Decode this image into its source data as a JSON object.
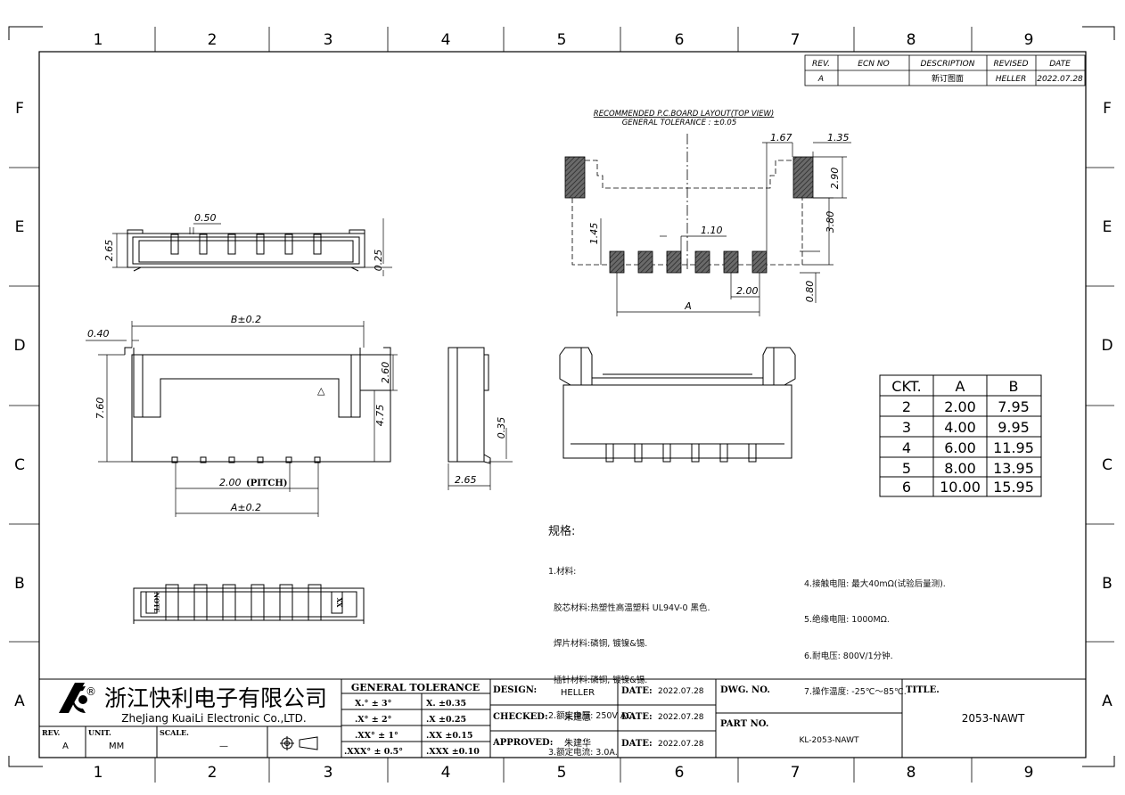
{
  "zones": {
    "columns": [
      "1",
      "2",
      "3",
      "4",
      "5",
      "6",
      "7",
      "8",
      "9"
    ],
    "rows": [
      "F",
      "E",
      "D",
      "C",
      "B",
      "A"
    ]
  },
  "revision": {
    "headers": [
      "REV.",
      "ECN NO",
      "DESCRIPTION",
      "REVISED",
      "DATE"
    ],
    "row": [
      "A",
      "",
      "新订图面",
      "HELLER",
      "2022.07.28"
    ]
  },
  "pcb_layout": {
    "title": "RECOMMENDED P.C.BOARD LAYOUT(TOP VIEW)",
    "tolerance": "GENERAL TOLERANCE : ±0.05",
    "dims": {
      "d167": "1.67",
      "d135": "1.35",
      "d290": "2.90",
      "d380": "3.80",
      "d145": "1.45",
      "d110": "1.10",
      "d200": "2.00",
      "d080": "0.80",
      "dA": "A"
    }
  },
  "front_view": {
    "d050": "0.50",
    "d265": "2.65",
    "d025": "0.25"
  },
  "top_view": {
    "dB": "B±0.2",
    "d040": "0.40",
    "d760": "7.60",
    "d260": "2.60",
    "d475": "4.75",
    "dPitch": "2.00",
    "dPitchTag": "(PITCH)",
    "dA": "A±0.2",
    "mark": "△"
  },
  "side_view": {
    "d035": "0.35",
    "d265": "2.65"
  },
  "ckt_table": {
    "headers": [
      "CKT.",
      "A",
      "B"
    ],
    "rows": [
      [
        "2",
        "2.00",
        "7.95"
      ],
      [
        "3",
        "4.00",
        "9.95"
      ],
      [
        "4",
        "6.00",
        "11.95"
      ],
      [
        "5",
        "8.00",
        "13.95"
      ],
      [
        "6",
        "10.00",
        "15.95"
      ]
    ]
  },
  "bottom_view": {
    "tag_left": "NOTE",
    "tag_right": "XX"
  },
  "spec": {
    "heading": "规格:",
    "left": [
      "1.材料:",
      "  胶芯材料:热塑性高温塑料 UL94V-0 黑色.",
      "  焊片材料:磷铜, 镀镍&锡.",
      "  插针材料:磷铜, 镀镍&锡.",
      "2.额定电压: 250V AC.",
      "3.额定电流: 3.0A."
    ],
    "right": [
      "4.接触电阻: 最大40mΩ(试验后量测).",
      "5.绝缘电阻: 1000MΩ.",
      "6.耐电压: 800V/1分钟.",
      "7.操作温度: -25℃～85℃."
    ]
  },
  "title_block": {
    "company_cn": "浙江快利电子有限公司",
    "company_en": "ZheJiang KuaiLi Electronic Co.,LTD.",
    "reg": "®",
    "rev_label": "REV.",
    "rev_value": "A",
    "unit_label": "UNIT.",
    "unit_value": "MM",
    "scale_label": "SCALE.",
    "scale_value": "—",
    "gt_title": "GENERAL  TOLERANCE",
    "gt_rows": [
      [
        "X.° ± 3°",
        "X.   ±0.35"
      ],
      [
        ".X° ± 2°",
        ".X   ±0.25"
      ],
      [
        ".XX° ± 1°",
        ".XX  ±0.15"
      ],
      [
        ".XXX° ± 0.5°",
        ".XXX ±0.10"
      ]
    ],
    "design_label": "DESIGN:",
    "design_value": "HELLER",
    "checked_label": "CHECKED:",
    "checked_value": "朱建慧",
    "approved_label": "APPROVED:",
    "approved_value": "朱建华",
    "date_label": "DATE:",
    "date1": "2022.07.28",
    "date2": "2022.07.28",
    "date3": "2022.07.28",
    "dwg_label": "DWG. NO.",
    "dwg_value": "",
    "part_label": "PART NO.",
    "part_value": "KL-2053-NAWT",
    "title_label": "TITLE.",
    "title_value": "2053-NAWT"
  }
}
